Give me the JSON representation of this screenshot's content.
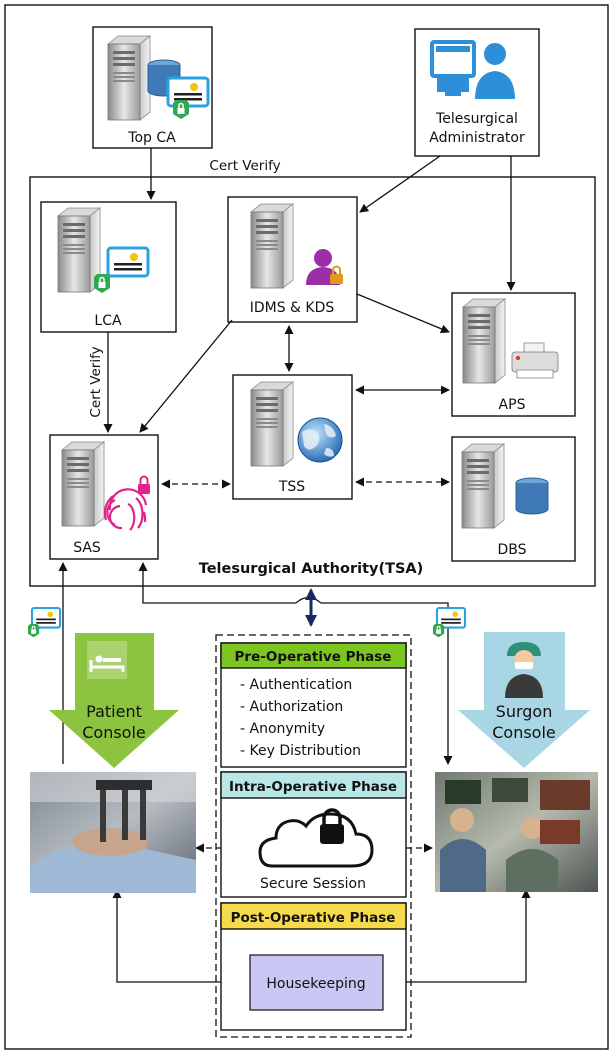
{
  "nodes": {
    "top_ca": "Top CA",
    "admin_line1": "Telesurgical",
    "admin_line2": "Administrator",
    "lca": "LCA",
    "idms": "IDMS & KDS",
    "aps": "APS",
    "tss": "TSS",
    "sas": "SAS",
    "dbs": "DBS"
  },
  "edges": {
    "cert_verify_top": "Cert Verify",
    "cert_verify_lca": "Cert Verify"
  },
  "tsa_label": "Telesurgical Authority(TSA)",
  "patient_console": {
    "line1": "Patient",
    "line2": "Console"
  },
  "surgeon_console": {
    "line1": "Surgon",
    "line2": "Console"
  },
  "phases": {
    "pre": {
      "title": "Pre-Operative Phase",
      "items": [
        "- Authentication",
        "- Authorization",
        "- Anonymity",
        "- Key Distribution"
      ]
    },
    "intra": {
      "title": "Intra-Operative Phase",
      "session": "Secure Session"
    },
    "post": {
      "title": "Post-Operative Phase",
      "task": "Housekeeping"
    }
  },
  "colors": {
    "pre_header": "#7dc520",
    "intra_header": "#b9e6e6",
    "post_header": "#f7d94c",
    "housekeeping_fill": "#c9c8f4",
    "patient_arrow": "#8cc43f",
    "surgeon_arrow": "#a9d6e4"
  }
}
